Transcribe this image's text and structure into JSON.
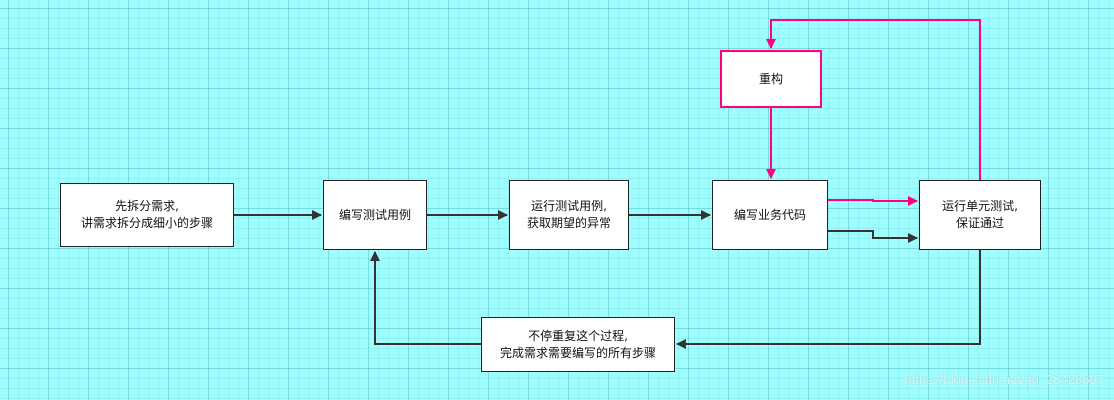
{
  "nodes": {
    "split": "先拆分需求,\n讲需求拆分成细小的步骤",
    "write_test": "编写测试用例",
    "run_test": "运行测试用例,\n获取期望的异常",
    "write_code": "编写业务代码",
    "refactor": "重构",
    "unit_test": "运行单元测试,\n保证通过",
    "repeat": "不停重复这个过程,\n完成需求需要编写的所有步骤"
  },
  "watermark": "https://blog.csdn.net/qq_28428687",
  "colors": {
    "background": "#9ffdfd",
    "node_fill": "#ffffff",
    "node_border": "#222222",
    "accent": "#ff0080",
    "edge": "#333333"
  }
}
